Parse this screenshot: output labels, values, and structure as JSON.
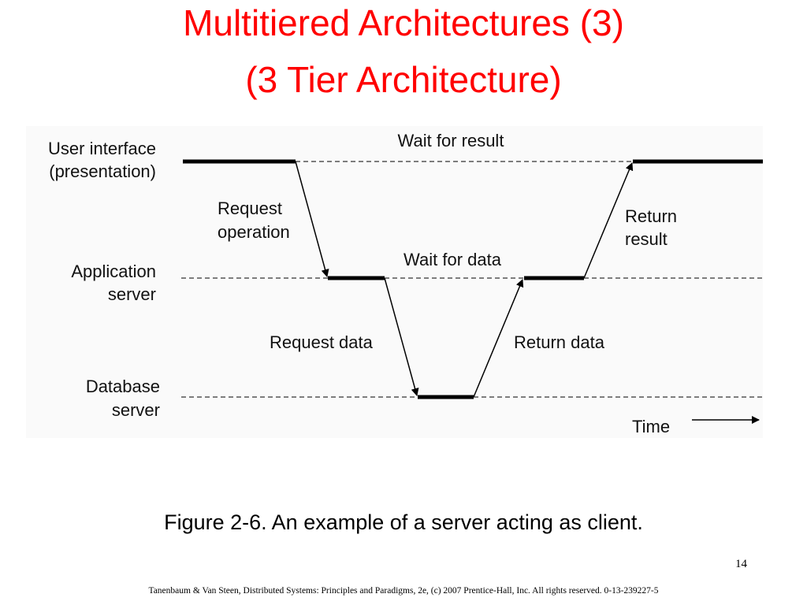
{
  "slide": {
    "title_line1": "Multitiered Architectures (3)",
    "title_line2": "(3 Tier Architecture)",
    "caption": "Figure 2-6. An example of a server acting as client.",
    "page_number": "14",
    "credit": "Tanenbaum & Van Steen, Distributed Systems: Principles and Paradigms, 2e, (c) 2007 Prentice-Hall, Inc. All rights reserved. 0-13-239227-5"
  },
  "diagram": {
    "tiers": {
      "ui_line1": "User interface",
      "ui_line2": "(presentation)",
      "app_line1": "Application",
      "app_line2": "server",
      "db_line1": "Database",
      "db_line2": "server"
    },
    "labels": {
      "wait_for_result": "Wait for result",
      "request_operation_line1": "Request",
      "request_operation_line2": "operation",
      "return_result_line1": "Return",
      "return_result_line2": "result",
      "wait_for_data": "Wait for data",
      "request_data": "Request data",
      "return_data": "Return data",
      "time": "Time"
    }
  },
  "colors": {
    "title": "#ff0000",
    "line": "#000000",
    "diagram_background": "#fafafa"
  }
}
